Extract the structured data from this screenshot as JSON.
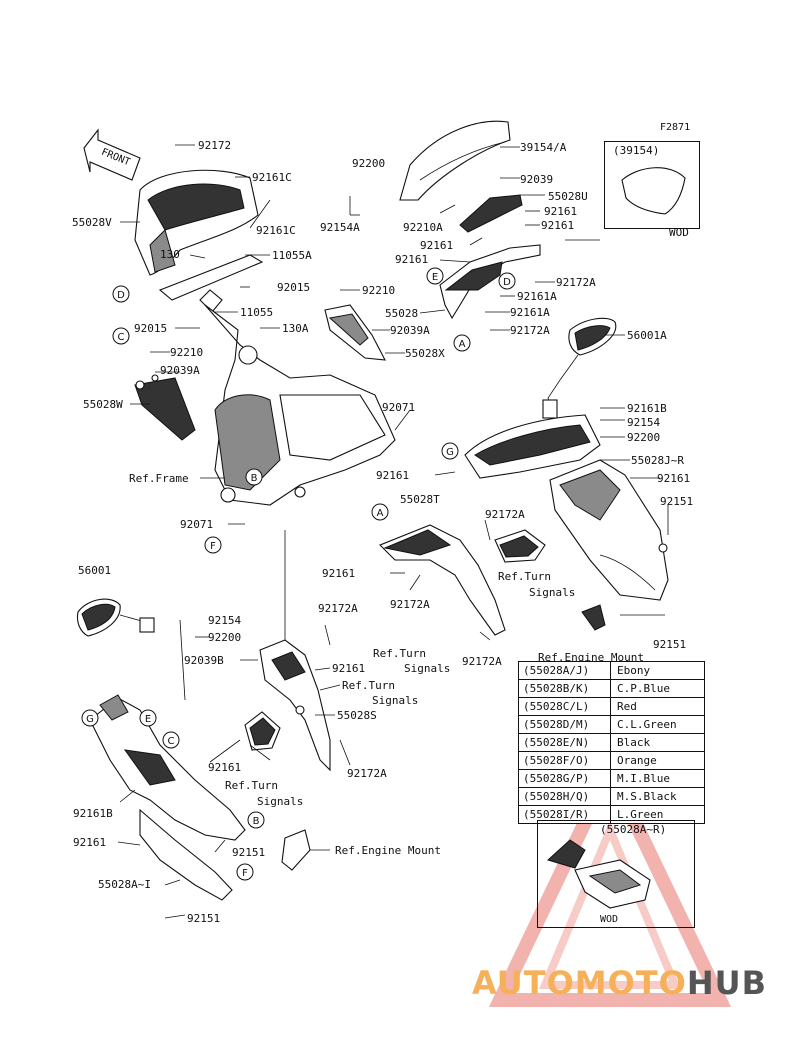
{
  "figure_code": "F2871",
  "front_label": "FRONT",
  "callouts": [
    {
      "text": "92172"
    },
    {
      "text": "92161C"
    },
    {
      "text": "55028V"
    },
    {
      "text": "92161C"
    },
    {
      "text": "130"
    },
    {
      "text": "11055A"
    },
    {
      "text": "92015"
    },
    {
      "text": "11055"
    },
    {
      "text": "92015"
    },
    {
      "text": "130A"
    },
    {
      "text": "92210"
    },
    {
      "text": "92039A"
    },
    {
      "text": "55028W"
    },
    {
      "text": "Ref.Frame"
    },
    {
      "text": "92071"
    },
    {
      "text": "92071"
    },
    {
      "text": "92200"
    },
    {
      "text": "39154/A"
    },
    {
      "text": "92039"
    },
    {
      "text": "55028U"
    },
    {
      "text": "92154A"
    },
    {
      "text": "92210A"
    },
    {
      "text": "92161"
    },
    {
      "text": "92161"
    },
    {
      "text": "92161"
    },
    {
      "text": "92161"
    },
    {
      "text": "92172A"
    },
    {
      "text": "92161A"
    },
    {
      "text": "92210"
    },
    {
      "text": "55028"
    },
    {
      "text": "92161A"
    },
    {
      "text": "92039A"
    },
    {
      "text": "92172A"
    },
    {
      "text": "55028X"
    },
    {
      "text": "56001A"
    },
    {
      "text": "92161B"
    },
    {
      "text": "92154"
    },
    {
      "text": "92200"
    },
    {
      "text": "55028J~R"
    },
    {
      "text": "92161"
    },
    {
      "text": "92161"
    },
    {
      "text": "92151"
    },
    {
      "text": "55028T"
    },
    {
      "text": "92172A"
    },
    {
      "text": "92161"
    },
    {
      "text": "Ref.Turn"
    },
    {
      "text": "Signals"
    },
    {
      "text": "92172A"
    },
    {
      "text": "92172A"
    },
    {
      "text": "Ref.Turn"
    },
    {
      "text": "Signals"
    },
    {
      "text": "92151"
    },
    {
      "text": "Ref.Engine Mount"
    },
    {
      "text": "56001"
    },
    {
      "text": "92154"
    },
    {
      "text": "92200"
    },
    {
      "text": "92039B"
    },
    {
      "text": "92172A"
    },
    {
      "text": "92161"
    },
    {
      "text": "Ref.Turn"
    },
    {
      "text": "Signals"
    },
    {
      "text": "55028S"
    },
    {
      "text": "92172A"
    },
    {
      "text": "92161"
    },
    {
      "text": "Ref.Turn"
    },
    {
      "text": "Signals"
    },
    {
      "text": "92161B"
    },
    {
      "text": "92161"
    },
    {
      "text": "92151"
    },
    {
      "text": "55028A~I"
    },
    {
      "text": "92151"
    },
    {
      "text": "Ref.Engine Mount"
    }
  ],
  "circle_refs": [
    {
      "letter": "D"
    },
    {
      "letter": "C"
    },
    {
      "letter": "B"
    },
    {
      "letter": "F"
    },
    {
      "letter": "E"
    },
    {
      "letter": "D"
    },
    {
      "letter": "A"
    },
    {
      "letter": "G"
    },
    {
      "letter": "A"
    },
    {
      "letter": "G"
    },
    {
      "letter": "E"
    },
    {
      "letter": "C"
    },
    {
      "letter": "B"
    },
    {
      "letter": "F"
    }
  ],
  "wod_top": {
    "code": "(39154)",
    "note": "WOD"
  },
  "wod_bottom": {
    "code": "(55028A~R)",
    "note": "WOD"
  },
  "color_table": [
    {
      "code": "(55028A/J)",
      "color": "Ebony"
    },
    {
      "code": "(55028B/K)",
      "color": "C.P.Blue"
    },
    {
      "code": "(55028C/L)",
      "color": "Red"
    },
    {
      "code": "(55028D/M)",
      "color": "C.L.Green"
    },
    {
      "code": "(55028E/N)",
      "color": "Black"
    },
    {
      "code": "(55028F/O)",
      "color": "Orange"
    },
    {
      "code": "(55028G/P)",
      "color": "M.I.Blue"
    },
    {
      "code": "(55028H/Q)",
      "color": "M.S.Black"
    },
    {
      "code": "(55028I/R)",
      "color": "L.Green"
    }
  ],
  "watermark": {
    "part_a": "AUTOMOTO",
    "part_b": "HUB",
    "color_a": "#f6b05a",
    "color_b": "#555555"
  }
}
